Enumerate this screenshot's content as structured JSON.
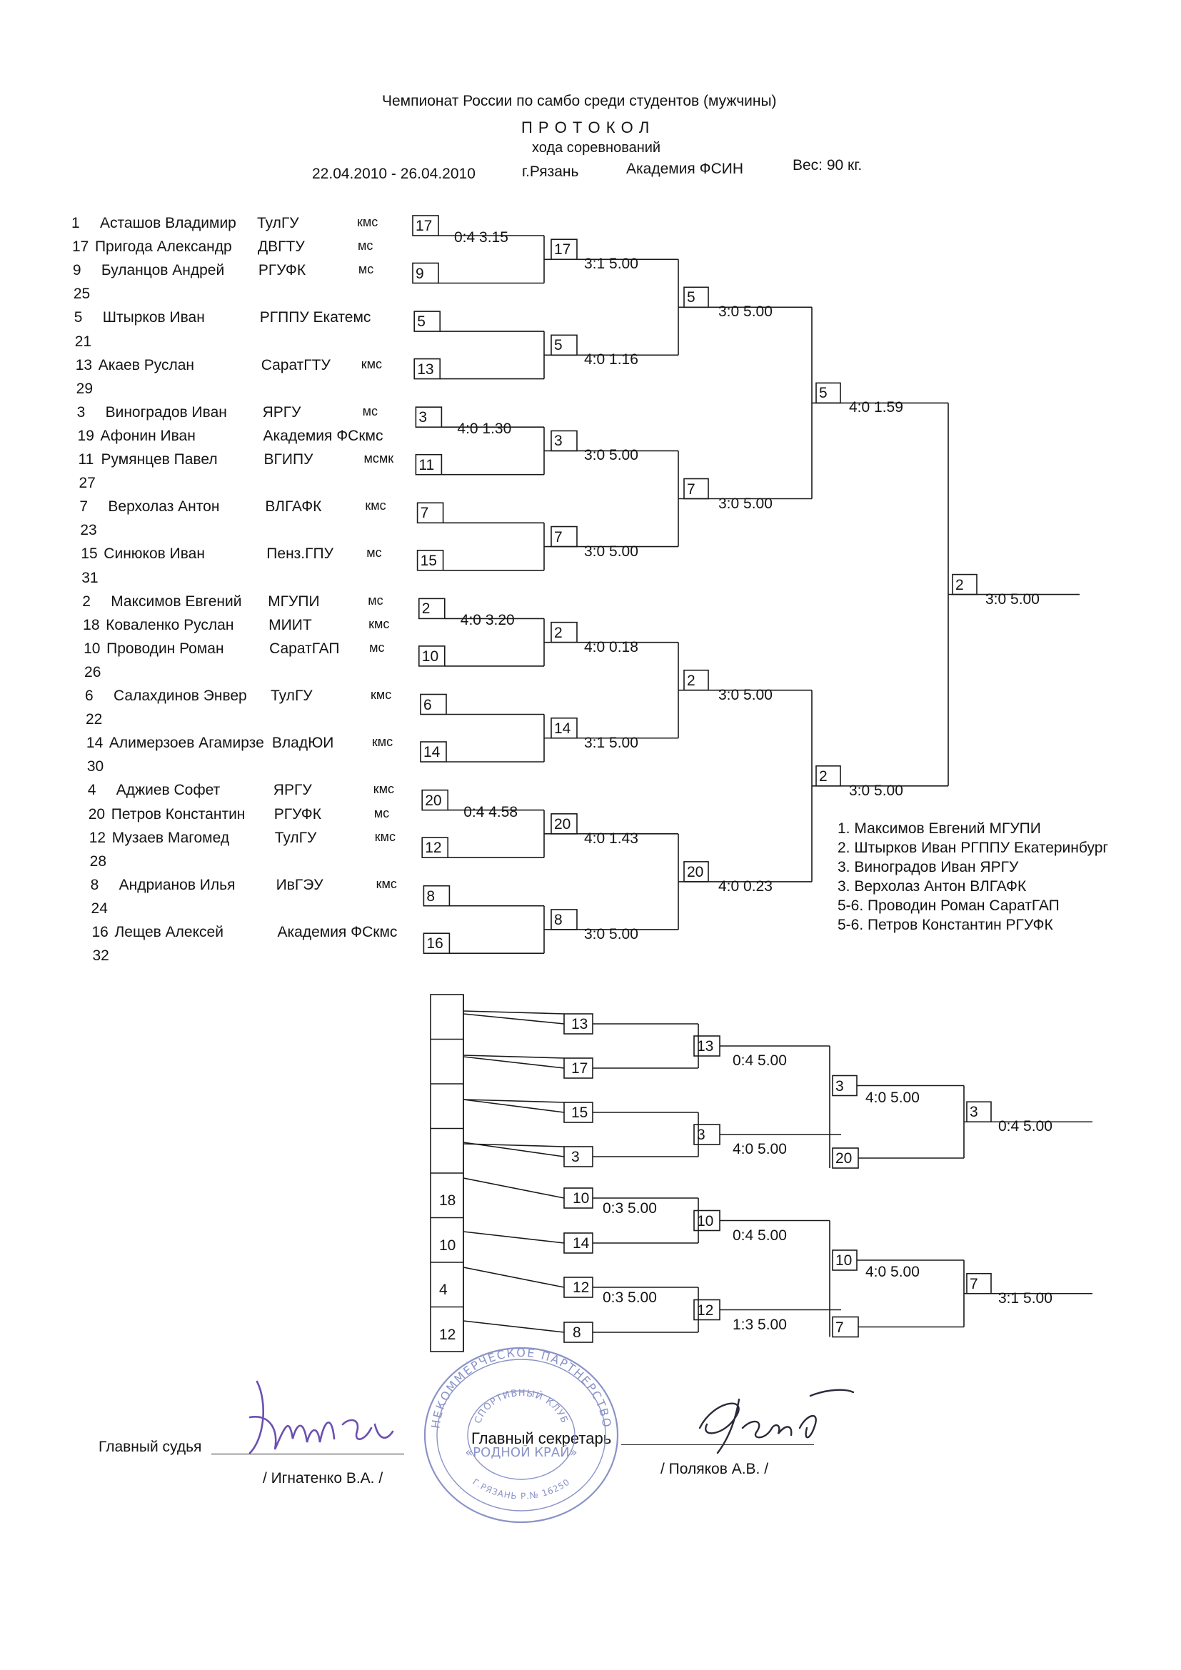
{
  "header": {
    "title": "Чемпионат России по самбо среди студентов (мужчины)",
    "protocol": "П Р О Т О К О Л",
    "subtitle": "хода соревнований",
    "dates": "22.04.2010 - 26.04.2010",
    "city": "г.Рязань",
    "venue": "Академия ФСИН",
    "weight": "Вес: 90 кг."
  },
  "participants": [
    {
      "num": "1",
      "name": "Асташов Владимир",
      "team": "ТулГУ",
      "rank": "кмс"
    },
    {
      "num": "17",
      "name": "Пригода Александр",
      "team": "ДВГТУ",
      "rank": "мс"
    },
    {
      "num": "9",
      "name": "Буланцов Андрей",
      "team": "РГУФК",
      "rank": "мс"
    },
    {
      "num": "25",
      "name": "",
      "team": "",
      "rank": ""
    },
    {
      "num": "5",
      "name": "Штырков Иван",
      "team": "РГППУ Екатемс",
      "rank": ""
    },
    {
      "num": "21",
      "name": "",
      "team": "",
      "rank": ""
    },
    {
      "num": "13",
      "name": "Акаев Руслан",
      "team": "СаратГТУ",
      "rank": "кмс"
    },
    {
      "num": "29",
      "name": "",
      "team": "",
      "rank": ""
    },
    {
      "num": "3",
      "name": "Виноградов Иван",
      "team": "ЯРГУ",
      "rank": "мс"
    },
    {
      "num": "19",
      "name": "Афонин Иван",
      "team": "Академия ФСкмс",
      "rank": ""
    },
    {
      "num": "11",
      "name": "Румянцев Павел",
      "team": "ВГИПУ",
      "rank": "мсмк"
    },
    {
      "num": "27",
      "name": "",
      "team": "",
      "rank": ""
    },
    {
      "num": "7",
      "name": "Верхолаз Антон",
      "team": "ВЛГАФК",
      "rank": "кмс"
    },
    {
      "num": "23",
      "name": "",
      "team": "",
      "rank": ""
    },
    {
      "num": "15",
      "name": "Синюков Иван",
      "team": "Пенз.ГПУ",
      "rank": "мс"
    },
    {
      "num": "31",
      "name": "",
      "team": "",
      "rank": ""
    },
    {
      "num": "2",
      "name": "Максимов Евгений",
      "team": "МГУПИ",
      "rank": "мс"
    },
    {
      "num": "18",
      "name": "Коваленко Руслан",
      "team": "МИИТ",
      "rank": "кмс"
    },
    {
      "num": "10",
      "name": "Проводин Роман",
      "team": "СаратГАП",
      "rank": "мс"
    },
    {
      "num": "26",
      "name": "",
      "team": "",
      "rank": ""
    },
    {
      "num": "6",
      "name": "Салахдинов Энвер",
      "team": "ТулГУ",
      "rank": "кмс"
    },
    {
      "num": "22",
      "name": "",
      "team": "",
      "rank": ""
    },
    {
      "num": "14",
      "name": "Алимерзоев Агамирзе",
      "team": "ВладЮИ",
      "rank": "кмс"
    },
    {
      "num": "30",
      "name": "",
      "team": "",
      "rank": ""
    },
    {
      "num": "4",
      "name": "Аджиев Софет",
      "team": "ЯРГУ",
      "rank": "кмс"
    },
    {
      "num": "20",
      "name": "Петров Константин",
      "team": "РГУФК",
      "rank": "мс"
    },
    {
      "num": "12",
      "name": "Музаев Магомед",
      "team": "ТулГУ",
      "rank": "кмс"
    },
    {
      "num": "28",
      "name": "",
      "team": "",
      "rank": ""
    },
    {
      "num": "8",
      "name": "Андрианов Илья",
      "team": "ИвГЭУ",
      "rank": "кмс"
    },
    {
      "num": "24",
      "name": "",
      "team": "",
      "rank": ""
    },
    {
      "num": "16",
      "name": "Лещев Алексей",
      "team": "Академия ФСкмс",
      "rank": ""
    },
    {
      "num": "32",
      "name": "",
      "team": "",
      "rank": ""
    }
  ],
  "main_bracket": {
    "r1": [
      {
        "top": "17",
        "bottom": "9",
        "score": "0:4 3.15"
      },
      {
        "top": "5",
        "bottom": "13",
        "score": ""
      },
      {
        "top": "3",
        "bottom": "11",
        "score": "4:0 1.30"
      },
      {
        "top": "7",
        "bottom": "15",
        "score": ""
      },
      {
        "top": "2",
        "bottom": "10",
        "score": "4:0 3.20"
      },
      {
        "top": "6",
        "bottom": "14",
        "score": ""
      },
      {
        "top": "20",
        "bottom": "12",
        "score": "0:4 4.58"
      },
      {
        "top": "8",
        "bottom": "16",
        "score": ""
      }
    ],
    "r2": [
      {
        "winner": "17",
        "score": "3:1 5.00"
      },
      {
        "winner": "5",
        "score": "4:0 1.16"
      },
      {
        "winner": "3",
        "score": "3:0 5.00"
      },
      {
        "winner": "7",
        "score": "3:0 5.00"
      },
      {
        "winner": "2",
        "score": "4:0 0.18"
      },
      {
        "winner": "14",
        "score": "3:1 5.00"
      },
      {
        "winner": "20",
        "score": "4:0 1.43"
      },
      {
        "winner": "8",
        "score": "3:0 5.00"
      }
    ],
    "r3": [
      {
        "winner": "5",
        "score": "3:0 5.00"
      },
      {
        "winner": "7",
        "score": "3:0 5.00"
      },
      {
        "winner": "2",
        "score": "3:0 5.00"
      },
      {
        "winner": "20",
        "score": "4:0 0.23"
      }
    ],
    "r4": [
      {
        "winner": "5",
        "score": "4:0 1.59"
      },
      {
        "winner": "2",
        "score": "3:0 5.00"
      }
    ],
    "final": {
      "winner": "2",
      "score": "3:0 5.00"
    }
  },
  "results": [
    "1. Максимов Евгений МГУПИ",
    "2. Штырков Иван РГППУ Екатеринбург",
    "3. Виноградов Иван ЯРГУ",
    "3. Верхолаз Антон ВЛГАФК",
    "5-6. Проводин Роман СаратГАП",
    "5-6. Петров Константин РГУФК"
  ],
  "repechage": {
    "left_boxes": [
      "",
      "",
      "",
      "",
      "18",
      "10",
      "4",
      "12"
    ],
    "upper": {
      "r1": [
        "13",
        "17",
        "15",
        "3"
      ],
      "r2": [
        {
          "winner": "13",
          "score": "0:4 5.00"
        },
        {
          "winner": "3",
          "score": "4:0 5.00"
        }
      ],
      "r3": {
        "winner": "3",
        "score": "4:0 5.00",
        "other": "20"
      },
      "final": {
        "winner": "3",
        "score": "0:4 5.00"
      }
    },
    "lower": {
      "r1": [
        {
          "top": "10",
          "bottom": "14",
          "score": "0:3 5.00"
        },
        {
          "top": "12",
          "bottom": "8",
          "score": "0:3 5.00"
        }
      ],
      "r2": [
        {
          "winner": "10",
          "score": "0:4 5.00"
        },
        {
          "winner": "12",
          "score": "1:3 5.00"
        }
      ],
      "r3": {
        "winner": "10",
        "score": "4:0 5.00",
        "other": "7"
      },
      "final": {
        "winner": "7",
        "score": "3:1 5.00"
      }
    }
  },
  "signatures": {
    "chief_judge_label": "Главный судья",
    "chief_judge_name": "/ Игнатенко В.А. /",
    "secretary_label": "Главный секретарь",
    "secretary_name": "/ Поляков А.В. /"
  },
  "stamp": {
    "outer_text": "НЕКОММЕРЧЕСКОЕ ПАРТНЕРСТВО",
    "inner_text": "СПОРТИВНЫЙ КЛУБ",
    "center_text": "РОДНОЙ КРАЙ",
    "bottom_text": "Г.РЯЗАНЬ Р.№ 16250"
  }
}
